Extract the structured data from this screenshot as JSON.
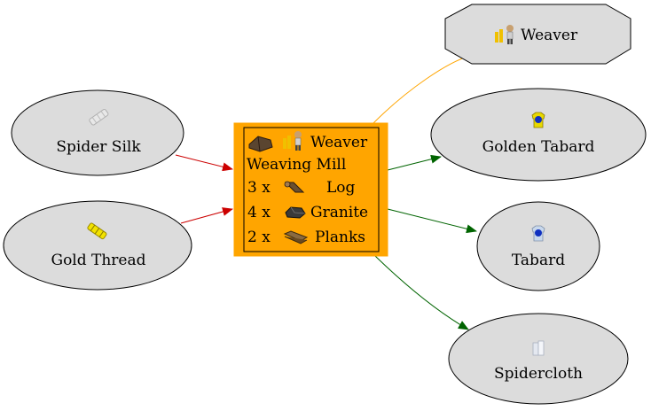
{
  "diagram": {
    "inputs": [
      {
        "id": "spider-silk",
        "label": "Spider Silk",
        "icon": "spider-silk-icon"
      },
      {
        "id": "gold-thread",
        "label": "Gold Thread",
        "icon": "gold-thread-icon"
      }
    ],
    "building": {
      "name": "Weaving Mill",
      "worker": "Weaver",
      "worker_icon": "weaver-icon",
      "building_icon": "weaving-mill-icon",
      "costs": [
        {
          "qty": "3 x",
          "item": "Log",
          "icon": "log-icon"
        },
        {
          "qty": "4 x",
          "item": "Granite",
          "icon": "granite-icon"
        },
        {
          "qty": "2 x",
          "item": "Planks",
          "icon": "planks-icon"
        }
      ]
    },
    "worker_node": {
      "label": "Weaver",
      "icon": "weaver-icon"
    },
    "outputs": [
      {
        "id": "golden-tabard",
        "label": "Golden Tabard",
        "icon": "golden-tabard-icon"
      },
      {
        "id": "tabard",
        "label": "Tabard",
        "icon": "tabard-icon"
      },
      {
        "id": "spidercloth",
        "label": "Spidercloth",
        "icon": "spidercloth-icon"
      }
    ],
    "colors": {
      "node_fill": "#dcdcdc",
      "building_fill": "#ffa500",
      "input_edge": "#cc0000",
      "output_edge": "#006400",
      "worker_edge": "#ffa500"
    }
  }
}
